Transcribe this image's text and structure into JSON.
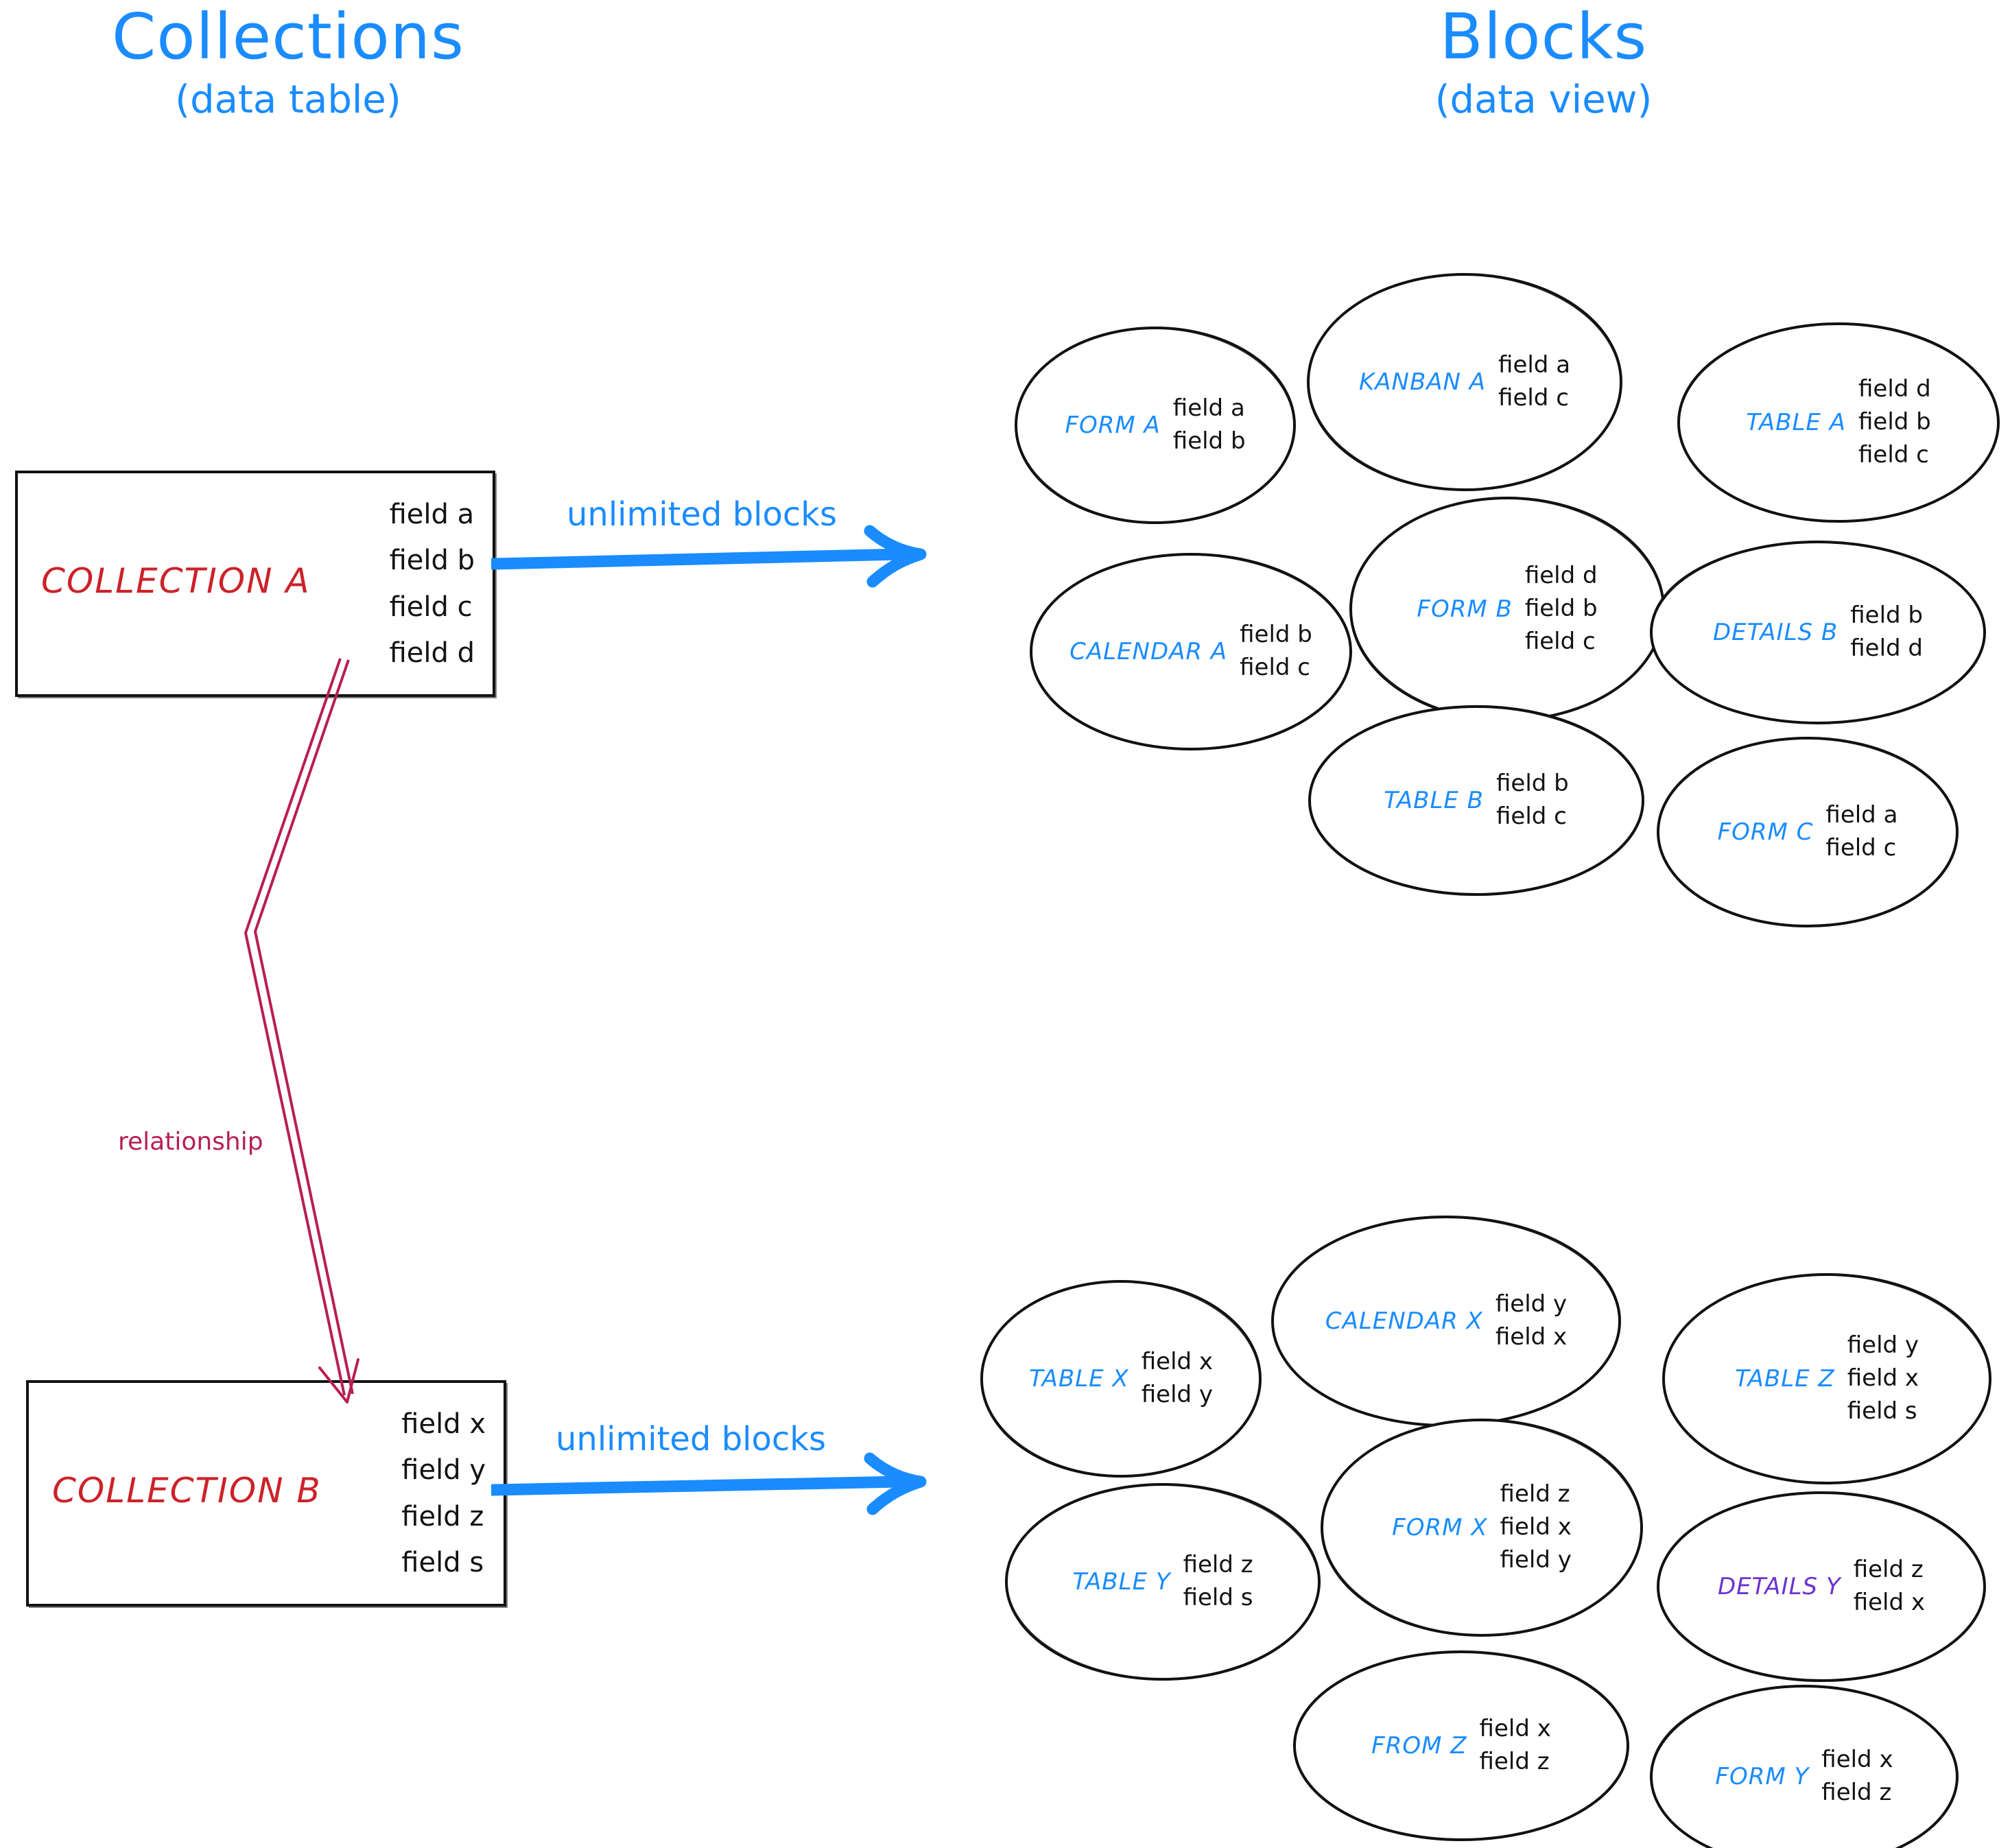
{
  "headings": {
    "collections": {
      "title": "Collections",
      "subtitle": "(data table)"
    },
    "blocks": {
      "title": "Blocks",
      "subtitle": "(data view)"
    }
  },
  "colors": {
    "accent_blue": "#1a8cff",
    "collection_red": "#cc2229",
    "relationship_crimson": "#b81e53",
    "details_purple": "#6c33cf",
    "ink_black": "#121212"
  },
  "collections": [
    {
      "name": "COLLECTION A",
      "fields": [
        "field a",
        "field b",
        "field c",
        "field d"
      ]
    },
    {
      "name": "COLLECTION B",
      "fields": [
        "field x",
        "field y",
        "field z",
        "field s"
      ]
    }
  ],
  "arrows": {
    "top_label": "unlimited blocks",
    "bottom_label": "unlimited blocks",
    "relationship_label": "relationship"
  },
  "block_groups": [
    {
      "source": "COLLECTION A",
      "blocks": [
        {
          "label": "FORM A",
          "color": "blue",
          "fields": [
            "field a",
            "field b"
          ]
        },
        {
          "label": "KANBAN A",
          "color": "blue",
          "fields": [
            "field a",
            "field c"
          ]
        },
        {
          "label": "TABLE A",
          "color": "blue",
          "fields": [
            "field d",
            "field b",
            "field c"
          ]
        },
        {
          "label": "CALENDAR A",
          "color": "blue",
          "fields": [
            "field b",
            "field c"
          ]
        },
        {
          "label": "FORM B",
          "color": "blue",
          "fields": [
            "field d",
            "field b",
            "field c"
          ]
        },
        {
          "label": "DETAILS B",
          "color": "blue",
          "fields": [
            "field b",
            "field d"
          ]
        },
        {
          "label": "TABLE B",
          "color": "blue",
          "fields": [
            "field b",
            "field c"
          ]
        },
        {
          "label": "FORM C",
          "color": "blue",
          "fields": [
            "field a",
            "field c"
          ]
        }
      ]
    },
    {
      "source": "COLLECTION B",
      "blocks": [
        {
          "label": "TABLE X",
          "color": "blue",
          "fields": [
            "field x",
            "field y"
          ]
        },
        {
          "label": "CALENDAR X",
          "color": "blue",
          "fields": [
            "field y",
            "field x"
          ]
        },
        {
          "label": "TABLE Z",
          "color": "blue",
          "fields": [
            "field y",
            "field x",
            "field s"
          ]
        },
        {
          "label": "TABLE Y",
          "color": "blue",
          "fields": [
            "field z",
            "field s"
          ]
        },
        {
          "label": "FORM X",
          "color": "blue",
          "fields": [
            "field z",
            "field x",
            "field y"
          ]
        },
        {
          "label": "DETAILS Y",
          "color": "purple",
          "fields": [
            "field z",
            "field x"
          ]
        },
        {
          "label": "FROM Z",
          "color": "blue",
          "fields": [
            "field x",
            "field z"
          ]
        },
        {
          "label": "FORM Y",
          "color": "blue",
          "fields": [
            "field x",
            "field z"
          ]
        }
      ]
    }
  ]
}
